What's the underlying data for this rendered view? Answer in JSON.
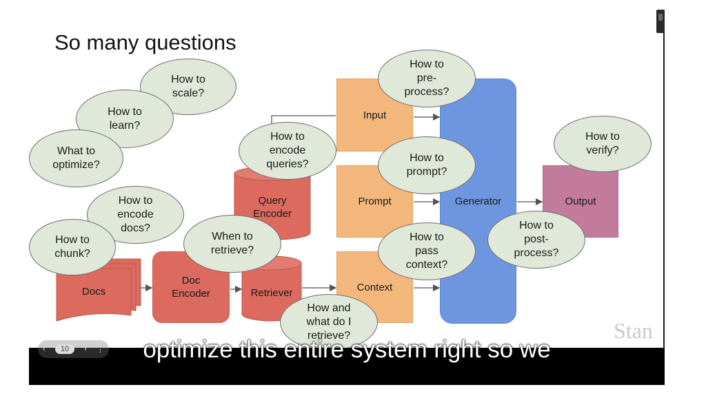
{
  "title": "So many questions",
  "nodes": {
    "docs": "Docs",
    "doc_encoder": "Doc\nEncoder",
    "retriever": "Retriever",
    "query_encoder": "Query\nEncoder",
    "input": "Input",
    "prompt": "Prompt",
    "context": "Context",
    "generator": "Generator",
    "output": "Output"
  },
  "questions": {
    "how_to_scale": "How to\nscale?",
    "how_to_learn": "How to\nlearn?",
    "what_to_optimize": "What to\noptimize?",
    "how_to_encode_docs": "How to\nencode\ndocs?",
    "how_to_chunk": "How to\nchunk?",
    "when_to_retrieve": "When to\nretrieve?",
    "how_to_encode_queries": "How to\nencode\nqueries?",
    "how_to_preprocess": "How to\npre-\nprocess?",
    "how_to_prompt": "How to\nprompt?",
    "how_to_pass_context": "How to\npass\ncontext?",
    "how_and_what_retrieve": "How and\nwhat do I\nretrieve?",
    "how_to_verify": "How to\nverify?",
    "how_to_postprocess": "How to\npost-\nprocess?"
  },
  "watermark": "Stan",
  "caption": "optimize this entire system right so we",
  "pager": {
    "prev": "‹",
    "page": "10",
    "next": "›",
    "more": "⋮"
  },
  "colors": {
    "bubble_fill": "#dfe8d9",
    "orange": "#f4b77b",
    "red": "#dc6a5e",
    "blue": "#6e96e0",
    "purple": "#c27b9b"
  }
}
